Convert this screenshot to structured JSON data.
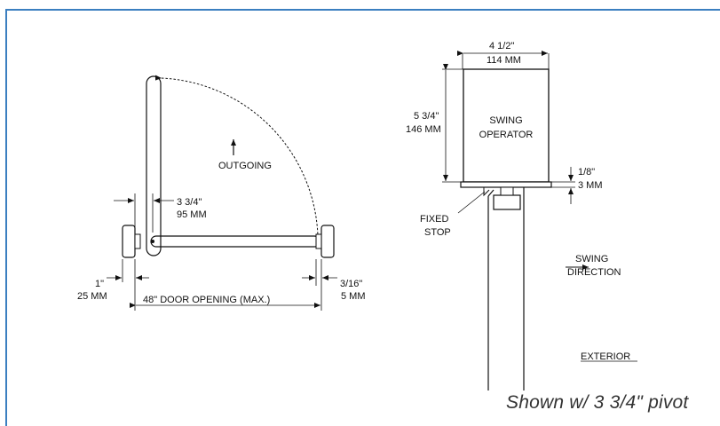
{
  "left_view": {
    "outgoing": "OUTGOING",
    "pivot_offset_in": "3 3/4\"",
    "pivot_offset_mm": "95 MM",
    "jamb_in": "1\"",
    "jamb_mm": "25 MM",
    "door_opening": "48\" DOOR OPENING (MAX.)",
    "gap_in": "3/16\"",
    "gap_mm": "5 MM"
  },
  "right_view": {
    "width_in": "4 1/2\"",
    "width_mm": "114 MM",
    "height_in": "5 3/4\"",
    "height_mm": "146 MM",
    "operator_line1": "SWING",
    "operator_line2": "OPERATOR",
    "clearance_in": "1/8\"",
    "clearance_mm": "3 MM",
    "stop_line1": "FIXED",
    "stop_line2": "STOP",
    "swing_line1": "SWING",
    "swing_line2": "DIRECTION",
    "exterior": "EXTERIOR"
  },
  "caption": "Shown w/ 3 3/4\" pivot"
}
